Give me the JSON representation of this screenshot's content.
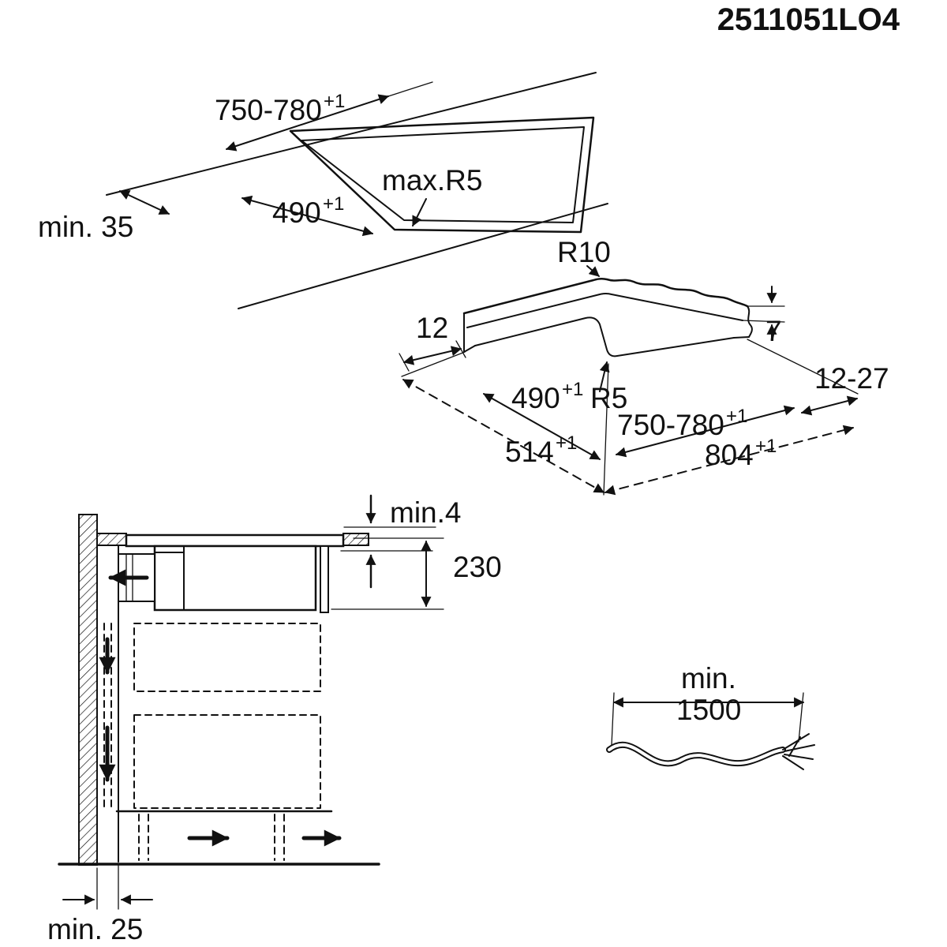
{
  "doc_number": "2511051LO4",
  "worktop_cutout_view": {
    "cutout_width": "750-780",
    "cutout_width_tol": "+1",
    "cutout_depth": "490",
    "cutout_depth_tol": "+1",
    "corner_radius_max": "max.R5",
    "min_edge_distance": "min. 35"
  },
  "flush_recess_view": {
    "outer_corner_radius": "R10",
    "ledge_width": "12",
    "recess_depth": "7",
    "cutout_depth": "490",
    "cutout_depth_tol": "+1",
    "inner_corner_radius": "R5",
    "cutout_width": "750-780",
    "cutout_width_tol": "+1",
    "edge_width_range": "12-27",
    "recess_depth_total": "514",
    "recess_depth_total_tol": "+1",
    "recess_width_total": "804",
    "recess_width_total_tol": "+1"
  },
  "side_installation_view": {
    "min_top_clearance": "min.4",
    "installation_height": "230",
    "min_rear_clearance": "min. 25"
  },
  "mains_cable": {
    "min_label": "min.",
    "cable_length": "1500"
  }
}
